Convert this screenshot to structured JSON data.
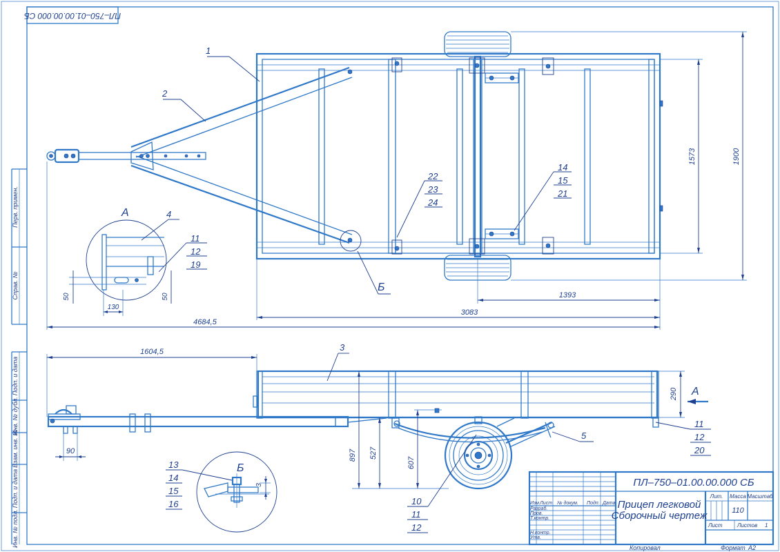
{
  "stamp": {
    "code": "ПЛ–750–01.00.00.000 СБ",
    "title_line1": "Прицеп легковой",
    "title_line2": "Сборочный чертеж",
    "mass": "110",
    "header_lit": "Лит.",
    "header_massa": "Масса",
    "header_masshtab": "Масштаб",
    "list_label": "Лист",
    "listov_label": "Листов",
    "listov_value": "1",
    "kopiroval": "Копировал",
    "format": "Формат",
    "format_value": "А2",
    "row_labels": [
      "Изм.",
      "Лист",
      "№ докум.",
      "Подп.",
      "Дата"
    ],
    "side_labels": [
      "Разраб.",
      "Пров.",
      "Т.контр.",
      "Н.контр.",
      "Утв."
    ]
  },
  "mirrored_code": "ПЛ–750–01.00.00.000 СБ",
  "left_strip": [
    "Перв. примен.",
    "Справ. №",
    "Подп. и дата",
    "Инв. № дубл.",
    "Взам. инв. №",
    "Подп. и дата",
    "Инв. № подл."
  ],
  "dimensions": {
    "overall_length": "4684,5",
    "body_length": "3083",
    "axle_offset": "1393",
    "inner_width": "1573",
    "overall_width": "1900",
    "drawbar_length": "1604,5",
    "side_height": "290",
    "total_height": "897",
    "floor_height": "527",
    "axle_height": "607",
    "hitch_offset": "90",
    "detail_a_slot": "130",
    "detail_a_left": "50",
    "detail_a_right": "50",
    "detail_b_gap": "3"
  },
  "callouts": {
    "top_frame": "1",
    "top_drawbar": "2",
    "side_body": "3",
    "detail_a_part": "4",
    "side_spring": "5",
    "detail_a_stack": [
      "11",
      "12",
      "19"
    ],
    "top_stack_22": [
      "22",
      "23",
      "24"
    ],
    "top_stack_14": [
      "14",
      "15",
      "21"
    ],
    "side_wheel_stack": [
      "10",
      "11",
      "12"
    ],
    "side_right_stack": [
      "11",
      "12",
      "20"
    ],
    "detail_b_stack": [
      "13",
      "14",
      "15",
      "16"
    ]
  },
  "view_labels": {
    "detail_a_top": "А",
    "detail_b_side": "Б",
    "detail_b_top": "Б",
    "view_a_arrow": "А"
  }
}
